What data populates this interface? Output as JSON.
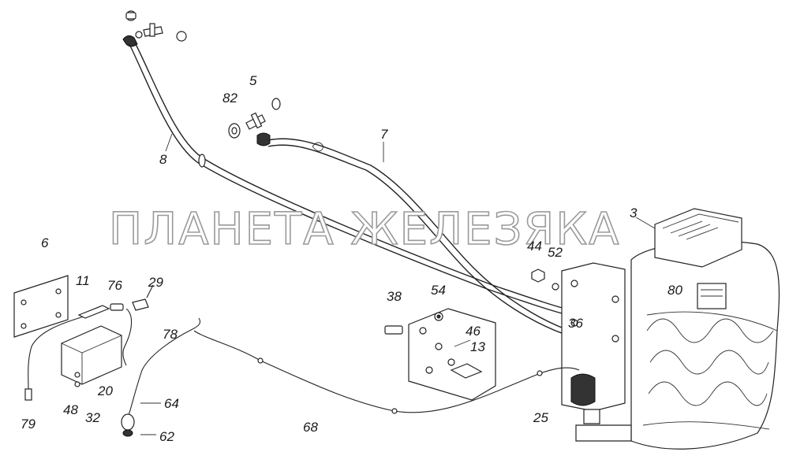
{
  "watermark": "ПЛАНЕТА ЖЕЛЕЗЯКА",
  "callouts": {
    "c3": "3",
    "c5": "5",
    "c6": "6",
    "c7": "7",
    "c8": "8",
    "c11": "11",
    "c13": "13",
    "c20": "20",
    "c25": "25",
    "c29": "29",
    "c32": "32",
    "c36": "36",
    "c38": "38",
    "c44": "44",
    "c46": "46",
    "c48": "48",
    "c52": "52",
    "c54": "54",
    "c62": "62",
    "c64": "64",
    "c68": "68",
    "c76": "76",
    "c78": "78",
    "c79": "79",
    "c80": "80",
    "c82": "82"
  }
}
